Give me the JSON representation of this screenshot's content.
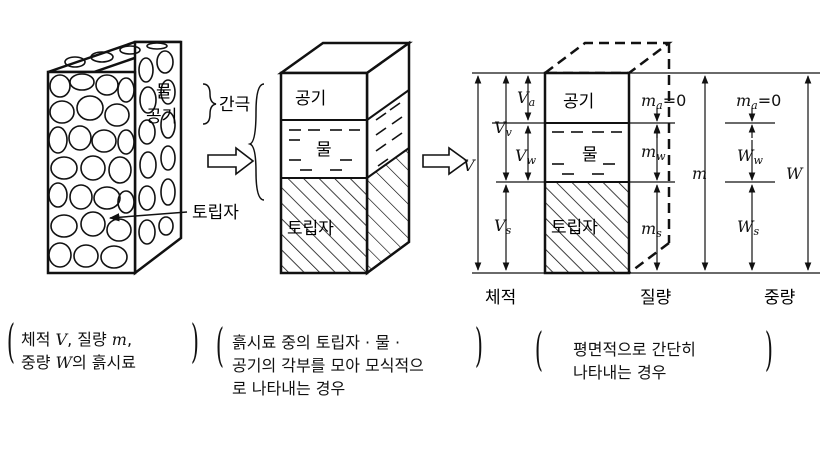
{
  "sample": {
    "water": "물",
    "air": "공기",
    "pores": "간극",
    "solids": "토립자"
  },
  "phase": {
    "air": "공기",
    "water": "물",
    "solids": "토립자"
  },
  "symbols": {
    "V": "V",
    "Vv": "V",
    "Vv_sub": "v",
    "Va": "V",
    "Va_sub": "a",
    "Vw": "V",
    "Vw_sub": "w",
    "Vs": "V",
    "Vs_sub": "s",
    "m": "m",
    "ma": "m",
    "ma_sub": "a",
    "ma_eq": "=0",
    "mw": "m",
    "mw_sub": "w",
    "ms": "m",
    "ms_sub": "s",
    "W": "W",
    "Wa": "m",
    "Wa_sub": "a",
    "Wa_eq": "=0",
    "Ww": "W",
    "Ww_sub": "w",
    "Ws": "W",
    "Ws_sub": "s"
  },
  "column_labels": {
    "volume": "체적",
    "mass": "질량",
    "weight": "중량"
  },
  "captions": {
    "left_line1_a": "체적 ",
    "left_line1_V": "V",
    "left_line1_b": ", 질량 ",
    "left_line1_m": "m",
    "left_line1_c": ",",
    "left_line2_a": "중량 ",
    "left_line2_W": "W",
    "left_line2_b": "의 흙시료",
    "middle_line1": "흙시료 중의 토립자 · 물 ·",
    "middle_line2": "공기의 각부를 모아 모식적으",
    "middle_line3": "로 나타내는 경우",
    "right_line1": "평면적으로 간단히",
    "right_line2": "나타내는 경우"
  }
}
